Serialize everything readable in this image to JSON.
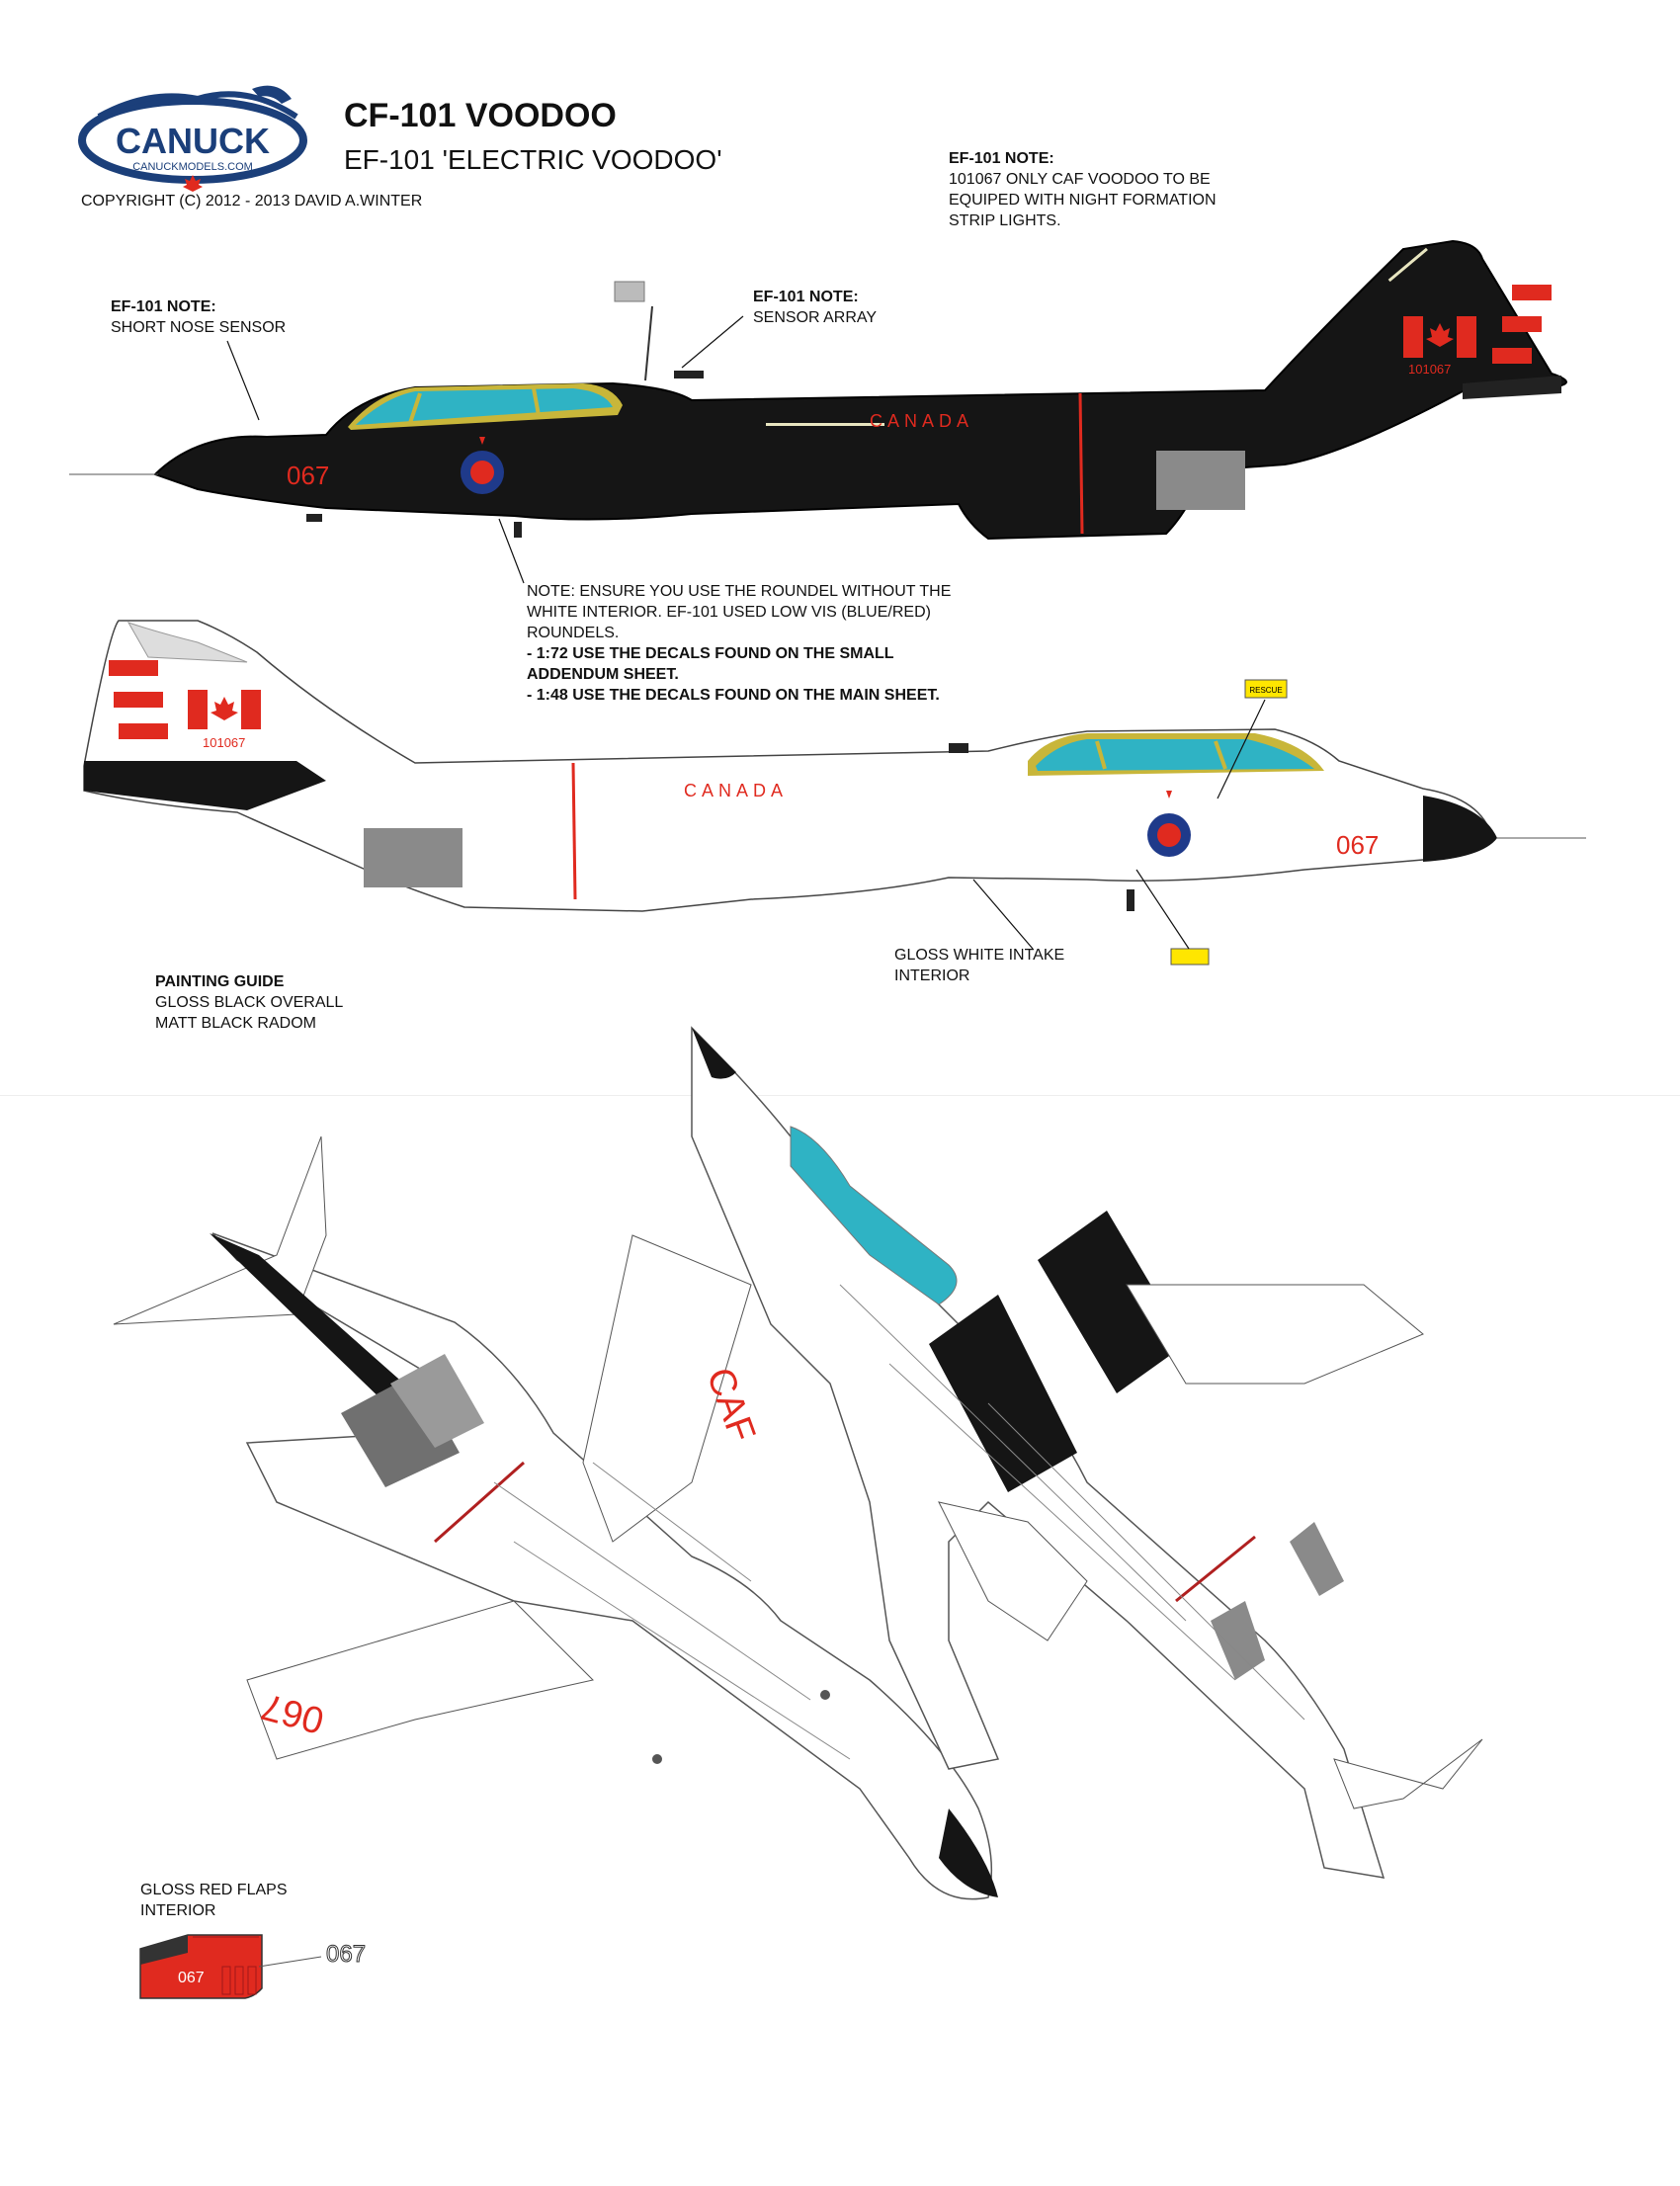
{
  "logo": {
    "name": "CANUCK",
    "site": "CANUCKMODELS.COM"
  },
  "header": {
    "title": "CF-101 VOODOO",
    "subtitle": "EF-101 'ELECTRIC VOODOO'",
    "copyright": "COPYRIGHT (C) 2012 - 2013 DAVID A.WINTER"
  },
  "notes": {
    "formation_lights": {
      "heading": "EF-101 NOTE:",
      "lines": [
        "101067 ONLY CAF VOODOO TO BE",
        "EQUIPED WITH NIGHT FORMATION",
        "STRIP LIGHTS."
      ]
    },
    "nose_sensor": {
      "heading": "EF-101 NOTE:",
      "lines": [
        "SHORT NOSE SENSOR"
      ]
    },
    "sensor_array": {
      "heading": "EF-101 NOTE:",
      "lines": [
        "SENSOR ARRAY"
      ]
    },
    "roundel": {
      "lines": [
        "NOTE: ENSURE YOU USE THE ROUNDEL WITHOUT THE",
        "WHITE INTERIOR. EF-101 USED LOW VIS (BLUE/RED)",
        "ROUNDELS."
      ],
      "bold_lines": [
        "- 1:72 USE THE DECALS FOUND ON THE SMALL",
        "ADDENDUM SHEET.",
        "- 1:48 USE THE DECALS FOUND ON THE MAIN SHEET."
      ]
    },
    "intake": {
      "lines": [
        "GLOSS WHITE INTAKE",
        "INTERIOR"
      ]
    },
    "painting": {
      "heading": "PAINTING GUIDE",
      "lines": [
        "GLOSS BLACK OVERALL",
        "MATT BLACK RADOM"
      ]
    },
    "flaps": {
      "lines": [
        "GLOSS RED FLAPS",
        "INTERIOR"
      ]
    }
  },
  "markings": {
    "nose_number": "067",
    "serial": "101067",
    "fuselage_text": "CANADA",
    "wing_text": "CAF",
    "flap_number": "067",
    "flap_callout": "067",
    "rescue_label": "RESCUE"
  },
  "colors": {
    "gloss_black": "#151515",
    "canopy": "#2fb3c4",
    "canopy_frame": "#c8b63a",
    "marking_red": "#e02a1f",
    "roundel_blue": "#1f3a8a",
    "intake_grey": "#8a8a8a",
    "logo_blue": "#1b3f7a"
  }
}
